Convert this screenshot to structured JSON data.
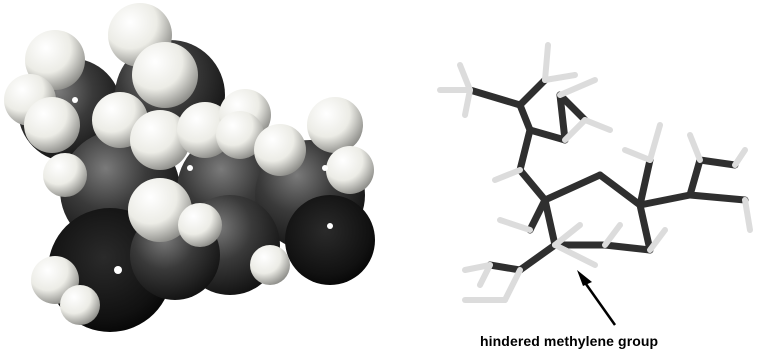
{
  "annotation": {
    "label": "hindered methylene group"
  },
  "models": [
    {
      "kind": "space-filling-model"
    },
    {
      "kind": "stick-model"
    }
  ],
  "colors": {
    "carbon": "#2a2a2a",
    "hydrogen": "#f2f2ee",
    "bond_dark": "#3a3a3a",
    "bond_light": "#e8e8e8",
    "background": "#ffffff"
  }
}
